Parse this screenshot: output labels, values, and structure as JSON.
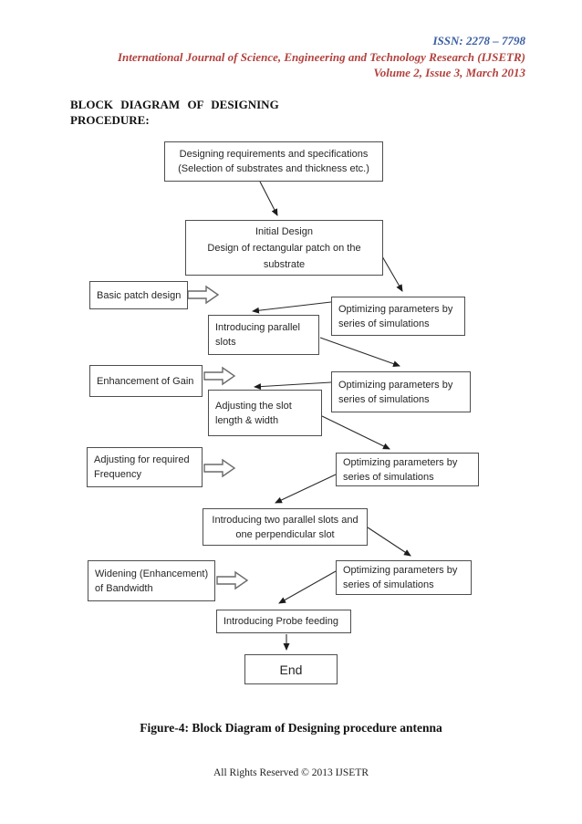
{
  "header": {
    "issn": "ISSN: 2278 – 7798",
    "journal": "International Journal of Science, Engineering and Technology Research (IJSETR)",
    "volume": "Volume 2, Issue 3, March 2013"
  },
  "colors": {
    "issn_blue": "#3a5da0",
    "journal_red": "#b2423e",
    "box_border": "#4e4e4e"
  },
  "section": {
    "title_line1": "BLOCK DIAGRAM OF DESIGNING",
    "title_line2": "PROCEDURE:"
  },
  "flowchart": {
    "nodes": {
      "requirements": {
        "line1": "Designing requirements and specifications",
        "line2": "(Selection of substrates and thickness etc.)"
      },
      "initial_design": {
        "line1": "Initial Design",
        "line2": "Design of rectangular patch on the",
        "line3": "substrate"
      },
      "basic_patch": {
        "line1": "Basic patch design"
      },
      "optimizing1": {
        "line1": "Optimizing parameters by",
        "line2": "series of simulations"
      },
      "parallel_slots": {
        "line1": "Introducing parallel",
        "line2": "slots"
      },
      "enhancement_gain": {
        "line1": "Enhancement of Gain"
      },
      "optimizing2": {
        "line1": "Optimizing parameters by",
        "line2": "series of simulations"
      },
      "adjusting_slot": {
        "line1": "Adjusting the slot",
        "line2": "length & width"
      },
      "adjusting_frequency": {
        "line1": "Adjusting for required",
        "line2": "Frequency"
      },
      "optimizing3": {
        "line1": "Optimizing parameters by",
        "line2": "series of simulations"
      },
      "two_slots": {
        "line1": "Introducing two parallel slots and",
        "line2": "one perpendicular slot"
      },
      "widening_bandwidth": {
        "line1": "Widening (Enhancement)",
        "line2": "of Bandwidth"
      },
      "optimizing4": {
        "line1": "Optimizing parameters by",
        "line2": "series of simulations"
      },
      "probe_feeding": {
        "line1": "Introducing Probe feeding"
      },
      "end": {
        "line1": "End"
      }
    }
  },
  "caption": "Figure-4: Block Diagram of Designing procedure antenna",
  "footer": "All Rights Reserved © 2013 IJSETR"
}
